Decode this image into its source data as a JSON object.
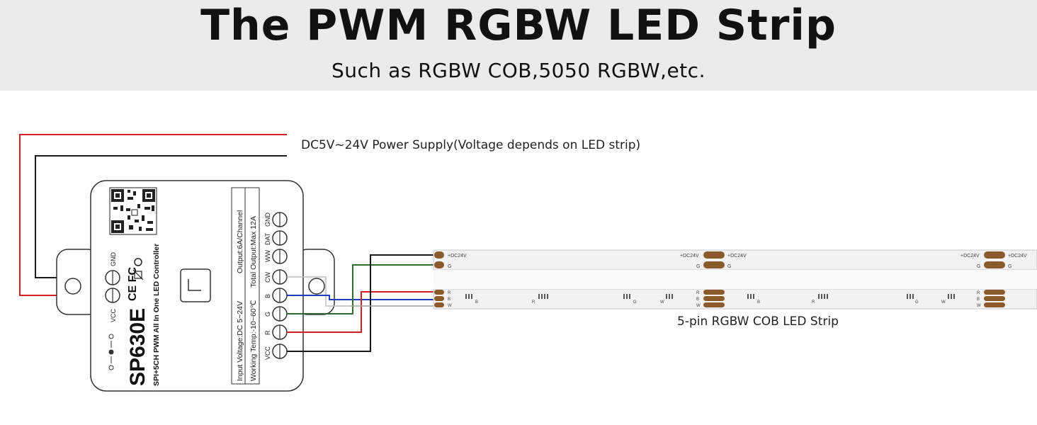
{
  "header": {
    "title": "The PWM RGBW LED Strip",
    "subtitle": "Such as RGBW COB,5050 RGBW,etc."
  },
  "power": {
    "caption": "DC5V~24V Power Supply(Voltage depends on LED strip)"
  },
  "controller": {
    "model": "SP630E",
    "description": "SPI+5CH PWM All In One LED Controller",
    "spec_input": "Input Voltage:DC 5~24V",
    "spec_output": "Output:6A/Channel",
    "spec_temp": "Working Temp:-10~60℃",
    "spec_total": "Total Output:Max 12A",
    "cert_marks": "CE FC",
    "power_terminals": [
      "GND",
      "VCC"
    ],
    "output_terminals": [
      "GND",
      "DAT",
      "WW",
      "CW",
      "B",
      "G",
      "R",
      "VCC"
    ]
  },
  "strip": {
    "caption": "5-pin RGBW COB LED Strip",
    "pad_dc": "+DC24V",
    "pad_g": "G",
    "pad_r": "R",
    "pad_b": "B",
    "pad_w": "W"
  },
  "colors": {
    "wire_red": "#d21f26",
    "wire_black": "#1a1a1a",
    "wire_green": "#2f6b2f",
    "wire_blue": "#1f3fb8",
    "pad_copper": "#8b5a2b",
    "strip_face": "#f2f2f2",
    "header_band": "#ebebeb"
  }
}
